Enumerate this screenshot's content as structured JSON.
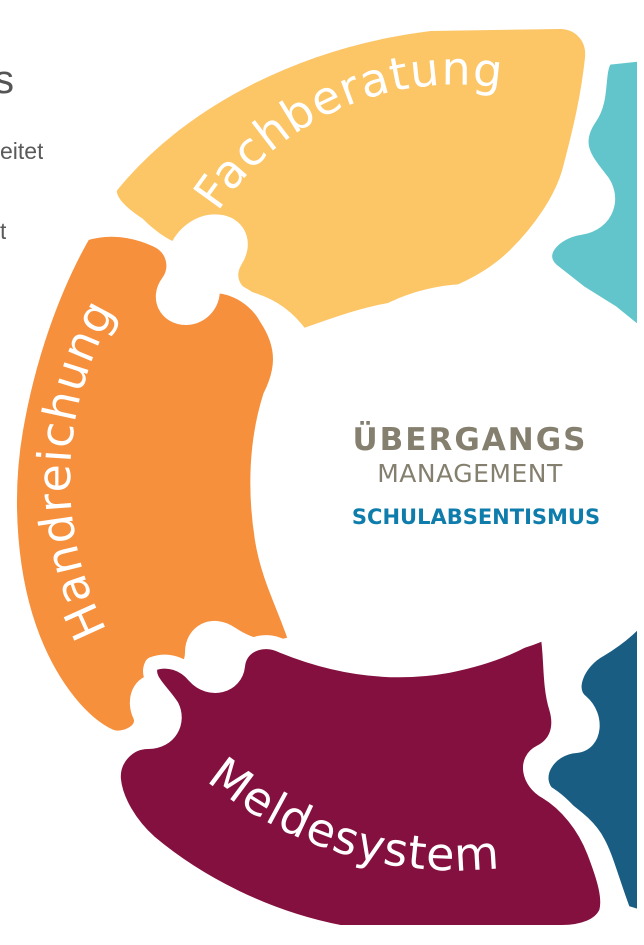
{
  "side_panel": {
    "heading": "s",
    "line_1": "eitet",
    "line_2": "t"
  },
  "cycle": {
    "pieces": [
      {
        "label": "Fachberatung",
        "color": "#fcc566"
      },
      {
        "label": "Handreichung",
        "color": "#f6903d"
      },
      {
        "label": "Meldesystem",
        "color": "#84103f"
      },
      {
        "label": "",
        "color": "#61c5cb"
      },
      {
        "label": "",
        "color": "#195d83"
      }
    ]
  },
  "logo": {
    "line_1": "ÜBERGANGS",
    "line_2": "MANAGEMENT",
    "line_3": "SCHULABSENTISMUS",
    "text_color": "#847f6e",
    "accent_color": "#0f7dab"
  }
}
